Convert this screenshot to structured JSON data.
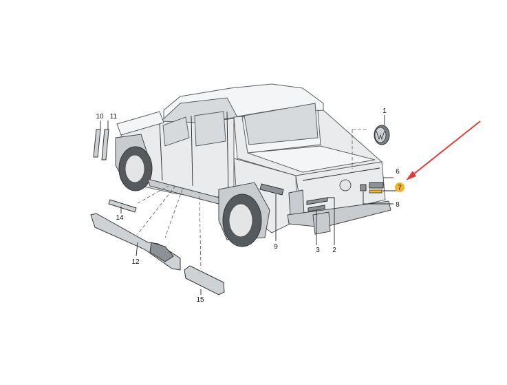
{
  "callouts": [
    {
      "id": "1",
      "label": "1"
    },
    {
      "id": "2",
      "label": "2"
    },
    {
      "id": "3",
      "label": "3"
    },
    {
      "id": "6",
      "label": "6"
    },
    {
      "id": "7",
      "label": "7",
      "highlighted": true
    },
    {
      "id": "8",
      "label": "8"
    },
    {
      "id": "9",
      "label": "9"
    },
    {
      "id": "10",
      "label": "10"
    },
    {
      "id": "11",
      "label": "11"
    },
    {
      "id": "12",
      "label": "12"
    },
    {
      "id": "14",
      "label": "14"
    },
    {
      "id": "15",
      "label": "15"
    }
  ],
  "colors": {
    "highlight_fill": "#f2b62c",
    "highlight_part": "#f2b62c",
    "arrow": "#e53a35",
    "outline": "#5a5d60"
  },
  "icons": [
    "vw-logo-icon",
    "red-pointer-arrow-icon"
  ]
}
